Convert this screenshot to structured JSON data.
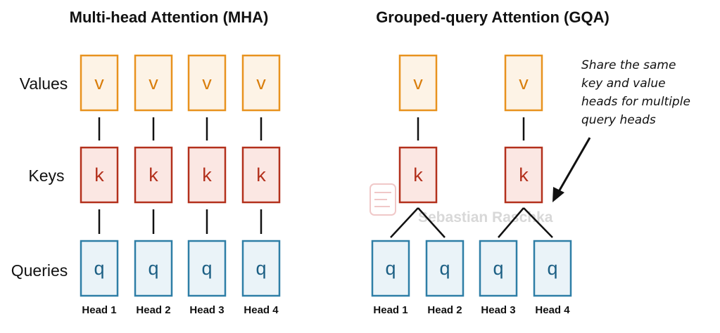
{
  "mha": {
    "title": "Multi-head Attention (MHA)",
    "row_labels": {
      "values": "Values",
      "keys": "Keys",
      "queries": "Queries"
    },
    "value_letter": "v",
    "key_letter": "k",
    "query_letter": "q",
    "heads": [
      "Head 1",
      "Head 2",
      "Head 3",
      "Head 4"
    ]
  },
  "gqa": {
    "title": "Grouped-query Attention (GQA)",
    "value_letter": "v",
    "key_letter": "k",
    "query_letter": "q",
    "heads": [
      "Head 1",
      "Head 2",
      "Head 3",
      "Head 4"
    ],
    "groups": 2
  },
  "annotation": {
    "lines": [
      "Share the same",
      "key and value",
      "heads for multiple",
      "query heads"
    ]
  },
  "watermark": {
    "text": "Sebastian Raschka"
  },
  "colors": {
    "values_stroke": "#e8921e",
    "values_fill": "#fdf3e6",
    "values_text": "#d97e0c",
    "keys_stroke": "#b3301c",
    "keys_fill": "#fbe7e3",
    "keys_text": "#b3301c",
    "queries_stroke": "#2e7ea6",
    "queries_fill": "#eaf3f8",
    "queries_text": "#1c5f84"
  }
}
